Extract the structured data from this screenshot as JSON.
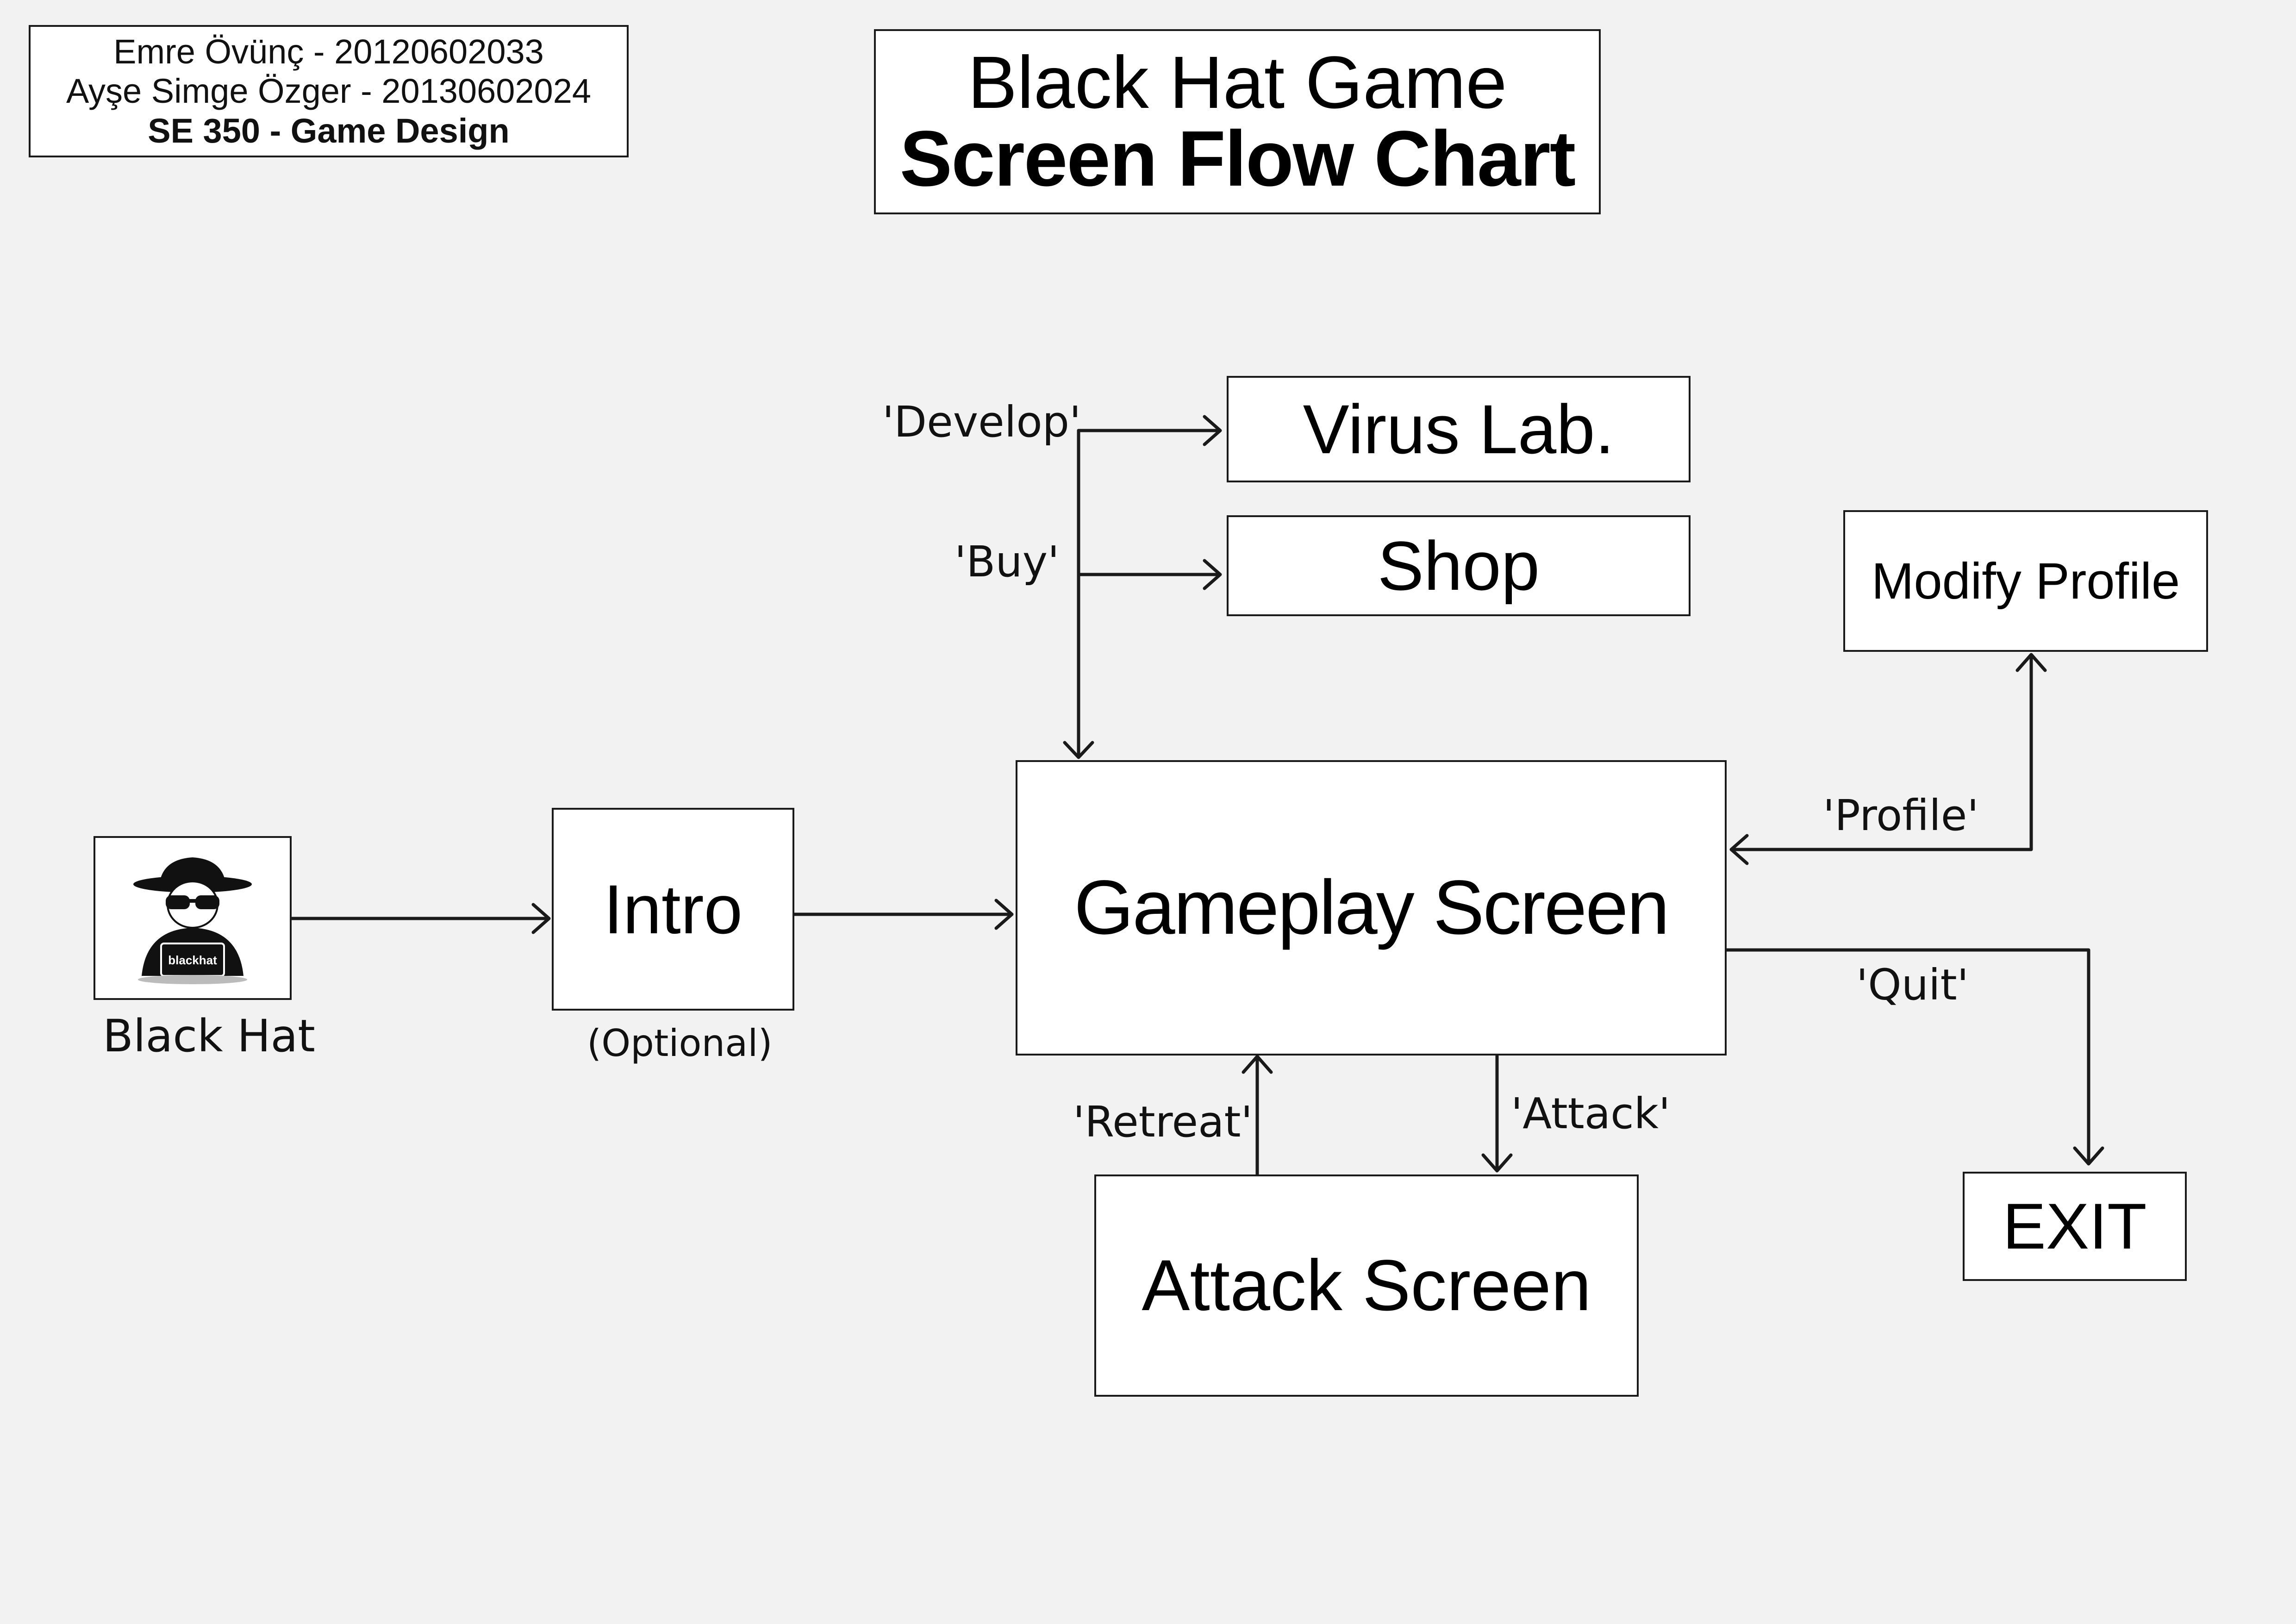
{
  "header": {
    "authors": [
      "Emre Övünç - 20120602033",
      "Ayşe Simge Özger - 20130602024"
    ],
    "course": "SE 350 - Game Design",
    "title_line1": "Black Hat Game",
    "title_line2": "Screen Flow Chart"
  },
  "nodes": {
    "black_hat_caption": "Black Hat",
    "logo_text": "blackhat",
    "intro": "Intro",
    "intro_note": "(Optional)",
    "gameplay": "Gameplay Screen",
    "virus_lab": "Virus Lab.",
    "shop": "Shop",
    "modify_profile": "Modify Profile",
    "attack": "Attack Screen",
    "exit": "EXIT"
  },
  "edges": {
    "develop": "'Develop'",
    "buy": "'Buy'",
    "profile": "'Profile'",
    "quit": "'Quit'",
    "retreat": "'Retreat'",
    "attack": "'Attack'"
  },
  "colors": {
    "background": "#f2f2f2",
    "box_fill": "#ffffff",
    "stroke": "#1a1a1a",
    "text": "#000000"
  }
}
